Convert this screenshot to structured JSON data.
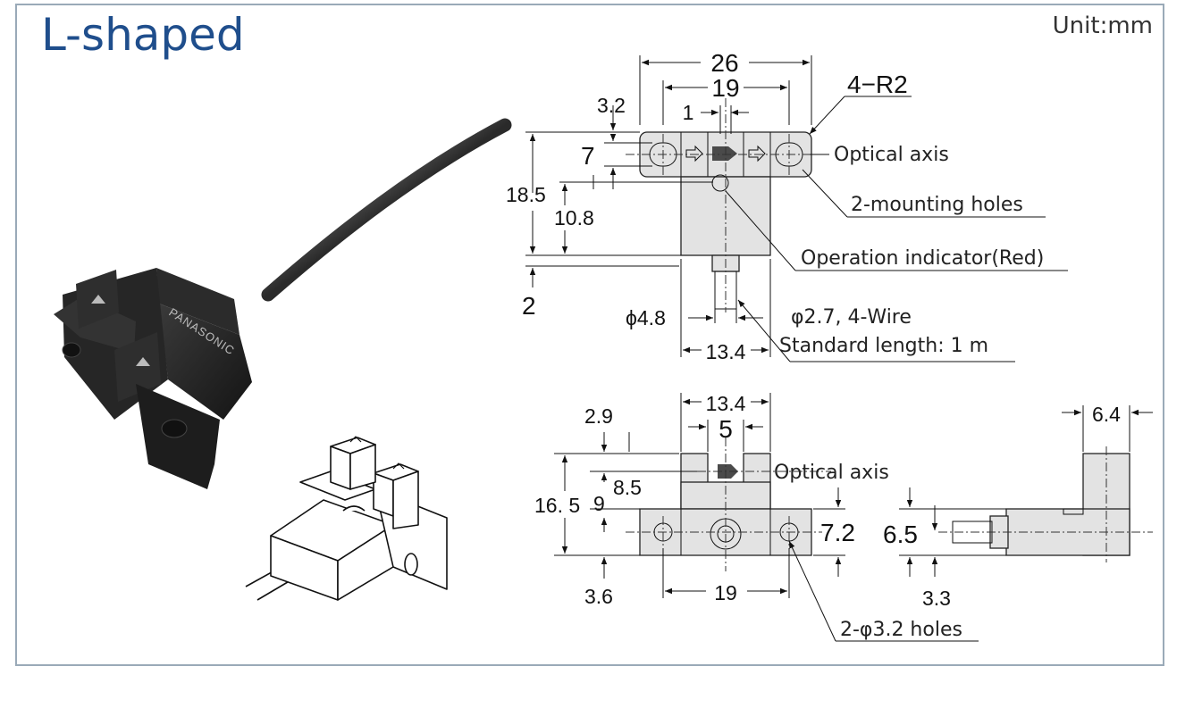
{
  "title": "L-shaped",
  "unit": "Unit:mm",
  "top_view": {
    "dims": {
      "overall_width": "26",
      "hole_pitch": "19",
      "slot_width": "1",
      "radius": "4−R2",
      "top_offset": "3.2",
      "head_height": "7",
      "total_height": "18.5",
      "indicator_height": "10.8",
      "bottom": "2",
      "cable_dia": "ϕ4.8",
      "body_width": "13.4"
    },
    "labels": {
      "optical_axis": "Optical axis",
      "mounting_holes": "2-mounting holes",
      "indicator": "Operation indicator(Red)",
      "cable_spec": "φ2.7, 4-Wire",
      "cable_length": "Standard length: 1 m"
    }
  },
  "front_view": {
    "dims": {
      "width": "13.4",
      "slot": "5",
      "top_gap": "2.9",
      "height_16": "16. 5",
      "dim_9": "9",
      "dim_8_5": "8.5",
      "flange": "7.2",
      "bottom_3_6": "3.6",
      "pitch": "19"
    },
    "labels": {
      "optical_axis": "Optical axis",
      "holes": "2-φ3.2 holes"
    }
  },
  "side_view": {
    "dims": {
      "width": "6.4",
      "height": "6.5",
      "bottom": "3.3"
    }
  },
  "photo": {
    "housing_color": "#1e1e1e",
    "marking": "PANASONIC"
  },
  "colors": {
    "title": "#1f4e8c",
    "frame": "#9aaab8",
    "indicator_arrow": "#4a4a4a"
  }
}
